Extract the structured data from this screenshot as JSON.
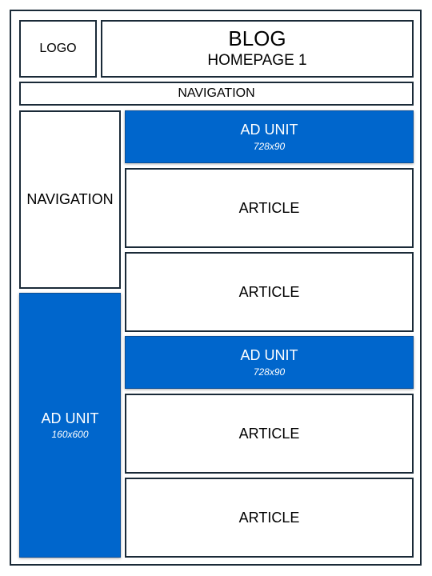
{
  "logo": "LOGO",
  "header": {
    "title": "BLOG",
    "subtitle": "HOMEPAGE 1"
  },
  "top_nav": "NAVIGATION",
  "side_nav": "NAVIGATION",
  "side_ad": {
    "label": "AD UNIT",
    "size": "160x600"
  },
  "main": {
    "ad_top": {
      "label": "AD UNIT",
      "size": "728x90"
    },
    "article_1": "ARTICLE",
    "article_2": "ARTICLE",
    "ad_middle": {
      "label": "AD UNIT",
      "size": "728x90"
    },
    "article_3": "ARTICLE",
    "article_4": "ARTICLE"
  },
  "colors": {
    "ad_fill": "#0066cc",
    "border": "#1a2a38",
    "background": "#ffffff"
  }
}
